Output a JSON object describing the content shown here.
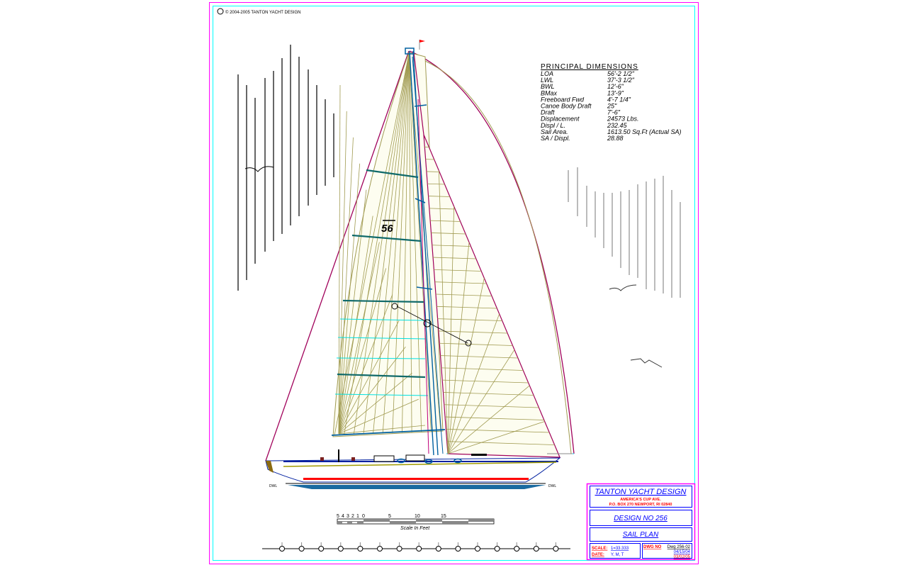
{
  "copyright": "© 2004-2005 TANTON YACHT DESIGN",
  "logo": "56",
  "waterline_labels": {
    "aft": "DWL",
    "fwd": "DWL"
  },
  "principal_dimensions": {
    "title": "PRINCIPAL DIMENSIONS",
    "rows": [
      {
        "label": "LOA",
        "value": "56'-2 1/2\""
      },
      {
        "label": "LWL",
        "value": "37'-3 1/2\""
      },
      {
        "label": "BWL",
        "value": "12'-6\""
      },
      {
        "label": "BMax",
        "value": "13'-9\""
      },
      {
        "label": "Freeboard Fwd",
        "value": "4'-7 1/4\""
      },
      {
        "label": "Canoe Body Draft",
        "value": "25\""
      },
      {
        "label": "Draft",
        "value": "7'-6\""
      },
      {
        "label": "Displacement",
        "value": "24573 Lbs."
      },
      {
        "label": "Displ / L.",
        "value": "232.45"
      },
      {
        "label": "Sail Area.",
        "value": "1613.50 Sq.Ft  (Actual SA)"
      },
      {
        "label": "SA / Displ.",
        "value": "28.88"
      }
    ]
  },
  "scale_bar": {
    "ticks": [
      "5",
      "4",
      "3",
      "2",
      "1",
      "0",
      "5",
      "10",
      "15"
    ],
    "caption": "Scale In Feet"
  },
  "title_block": {
    "company": "TANTON YACHT DESIGN",
    "address1": "AMERICA'S CUP AVE.",
    "address2": "P.O. BOX 270 NEWPORT, RI 02840",
    "design": "DESIGN NO 256",
    "sheet": "SAIL PLAN",
    "scale_label": "SCALE:",
    "scale_value": "1=33.333",
    "date_label": "DATE:",
    "date_value": "Y, M, T",
    "dwg_label": "DWG NO",
    "dwg_value": "Dwg 256-02",
    "date1": "04/15/04",
    "date2": "03/02/05"
  },
  "colors": {
    "border": "#ff00ff",
    "inner_border": "#00ffff",
    "sail": "#a09a50",
    "stay": "#a0005a",
    "rig": "#0060a0",
    "title_blue": "#0000ff",
    "title_red": "#ff0000"
  }
}
